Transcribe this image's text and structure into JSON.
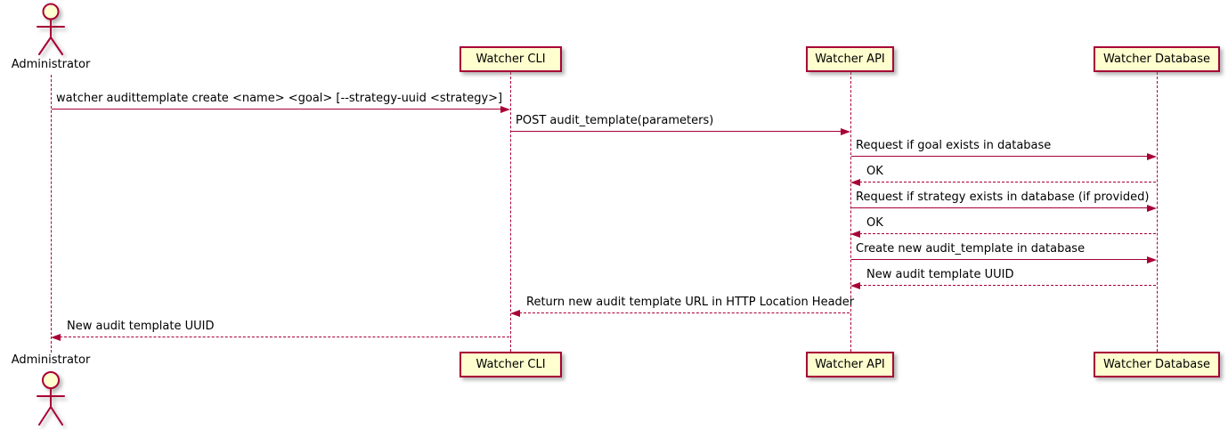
{
  "diagram": {
    "colors": {
      "line": "#A80036",
      "fill": "#FEFECE",
      "text": "#000000",
      "background": "#FFFFFF"
    },
    "actor": {
      "label": "Administrator"
    },
    "participants": [
      {
        "label": "Administrator"
      },
      {
        "label": "Watcher CLI"
      },
      {
        "label": "Watcher API"
      },
      {
        "label": "Watcher Database"
      }
    ],
    "messages": [
      {
        "from": 0,
        "to": 1,
        "style": "solid",
        "text": "watcher audittemplate create <name> <goal> [--strategy-uuid <strategy>]"
      },
      {
        "from": 1,
        "to": 2,
        "style": "solid",
        "text": "POST audit_template(parameters)"
      },
      {
        "from": 2,
        "to": 3,
        "style": "solid",
        "text": "Request if goal exists in database"
      },
      {
        "from": 3,
        "to": 2,
        "style": "dashed",
        "text": "OK"
      },
      {
        "from": 2,
        "to": 3,
        "style": "solid",
        "text": "Request if strategy exists in database (if provided)"
      },
      {
        "from": 3,
        "to": 2,
        "style": "dashed",
        "text": "OK"
      },
      {
        "from": 2,
        "to": 3,
        "style": "solid",
        "text": "Create new audit_template in database"
      },
      {
        "from": 3,
        "to": 2,
        "style": "dashed",
        "text": "New audit template UUID"
      },
      {
        "from": 2,
        "to": 1,
        "style": "dashed",
        "text": "Return new audit template URL in HTTP Location Header"
      },
      {
        "from": 1,
        "to": 0,
        "style": "dashed",
        "text": "New audit template UUID"
      }
    ]
  }
}
